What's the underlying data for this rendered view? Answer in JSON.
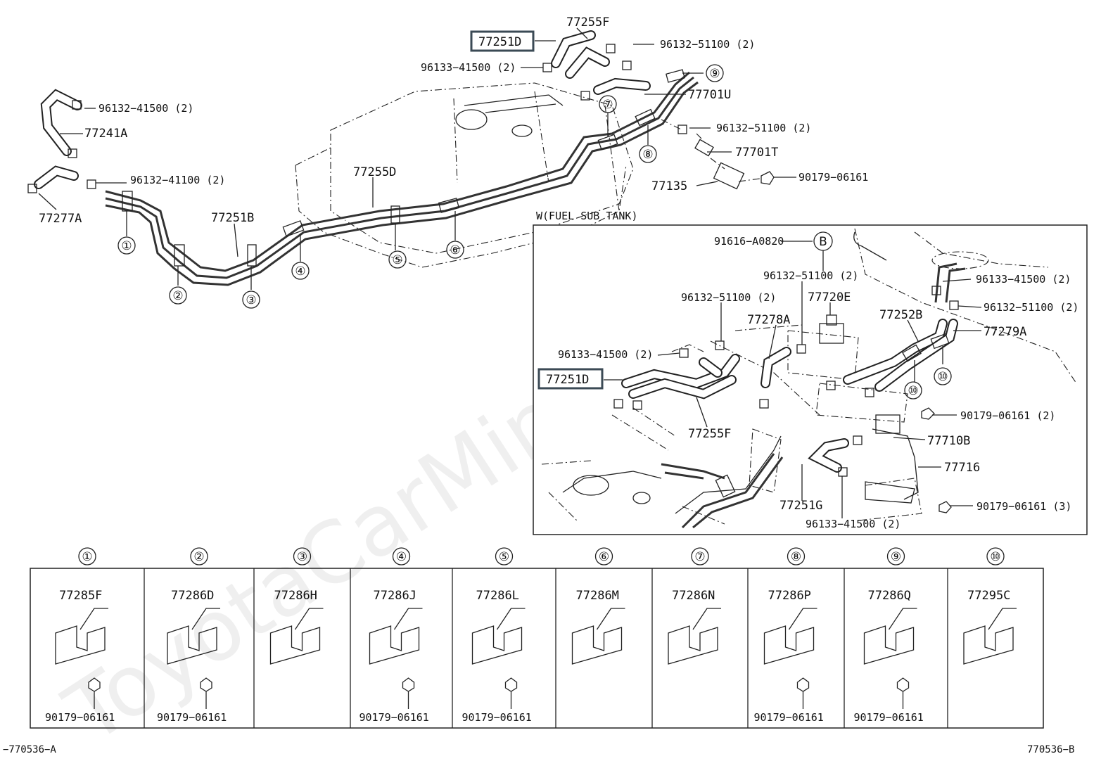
{
  "labels": {
    "p77255F_top": "77255F",
    "p77251D_top": "77251D",
    "p96132_51100_top": "96132−51100 (2)",
    "p96133_41500_top": "96133−41500 (2)",
    "p77701U": "77701U",
    "p96132_41500": "96132−41500 (2)",
    "p77241A": "77241A",
    "p96132_51100_mid": "96132−51100 (2)",
    "p77701T": "77701T",
    "p96132_41100": "96132−41100 (2)",
    "p77255D": "77255D",
    "p77135": "77135",
    "p90179_06161_top": "90179−06161",
    "p77277A": "77277A",
    "p77251B": "77251B",
    "w_title": "W(FUEL SUB TANK)",
    "p91616_A0820": "91616−A0820",
    "b_marker": "B",
    "p96132_51100_w1": "96132−51100 (2)",
    "p96133_41500_w1": "96133−41500 (2)",
    "p96132_51100_w2": "96132−51100 (2)",
    "p77720E": "77720E",
    "p96132_51100_w3": "96132−51100 (2)",
    "p77278A": "77278A",
    "p77252B": "77252B",
    "p77279A": "77279A",
    "p96133_41500_w2": "96133−41500 (2)",
    "p77251D_w": "77251D",
    "p77255F_w": "77255F",
    "p90179_06161_w2": "90179−06161 (2)",
    "p77710B": "77710B",
    "p77716": "77716",
    "p77251G": "77251G",
    "p90179_06161_w3": "90179−06161 (3)",
    "p96133_41500_w3": "96133−41500 (2)",
    "footer_left": "−770536−A",
    "footer_right": "770536−B"
  },
  "clamp_markers": [
    "①",
    "②",
    "③",
    "④",
    "⑤",
    "⑥",
    "⑦",
    "⑧",
    "⑨",
    "⑩"
  ],
  "table": {
    "headers": [
      "①",
      "②",
      "③",
      "④",
      "⑤",
      "⑥",
      "⑦",
      "⑧",
      "⑨",
      "⑩"
    ],
    "parts": [
      "77285F",
      "77286D",
      "77286H",
      "77286J",
      "77286L",
      "77286M",
      "77286N",
      "77286P",
      "77286Q",
      "77295C"
    ],
    "bolts": [
      "90179−06161",
      "90179−06161",
      "",
      "90179−06161",
      "90179−06161",
      "",
      "",
      "90179−06161",
      "90179−06161",
      ""
    ]
  },
  "watermark": "ToyotaCarMine.ru"
}
